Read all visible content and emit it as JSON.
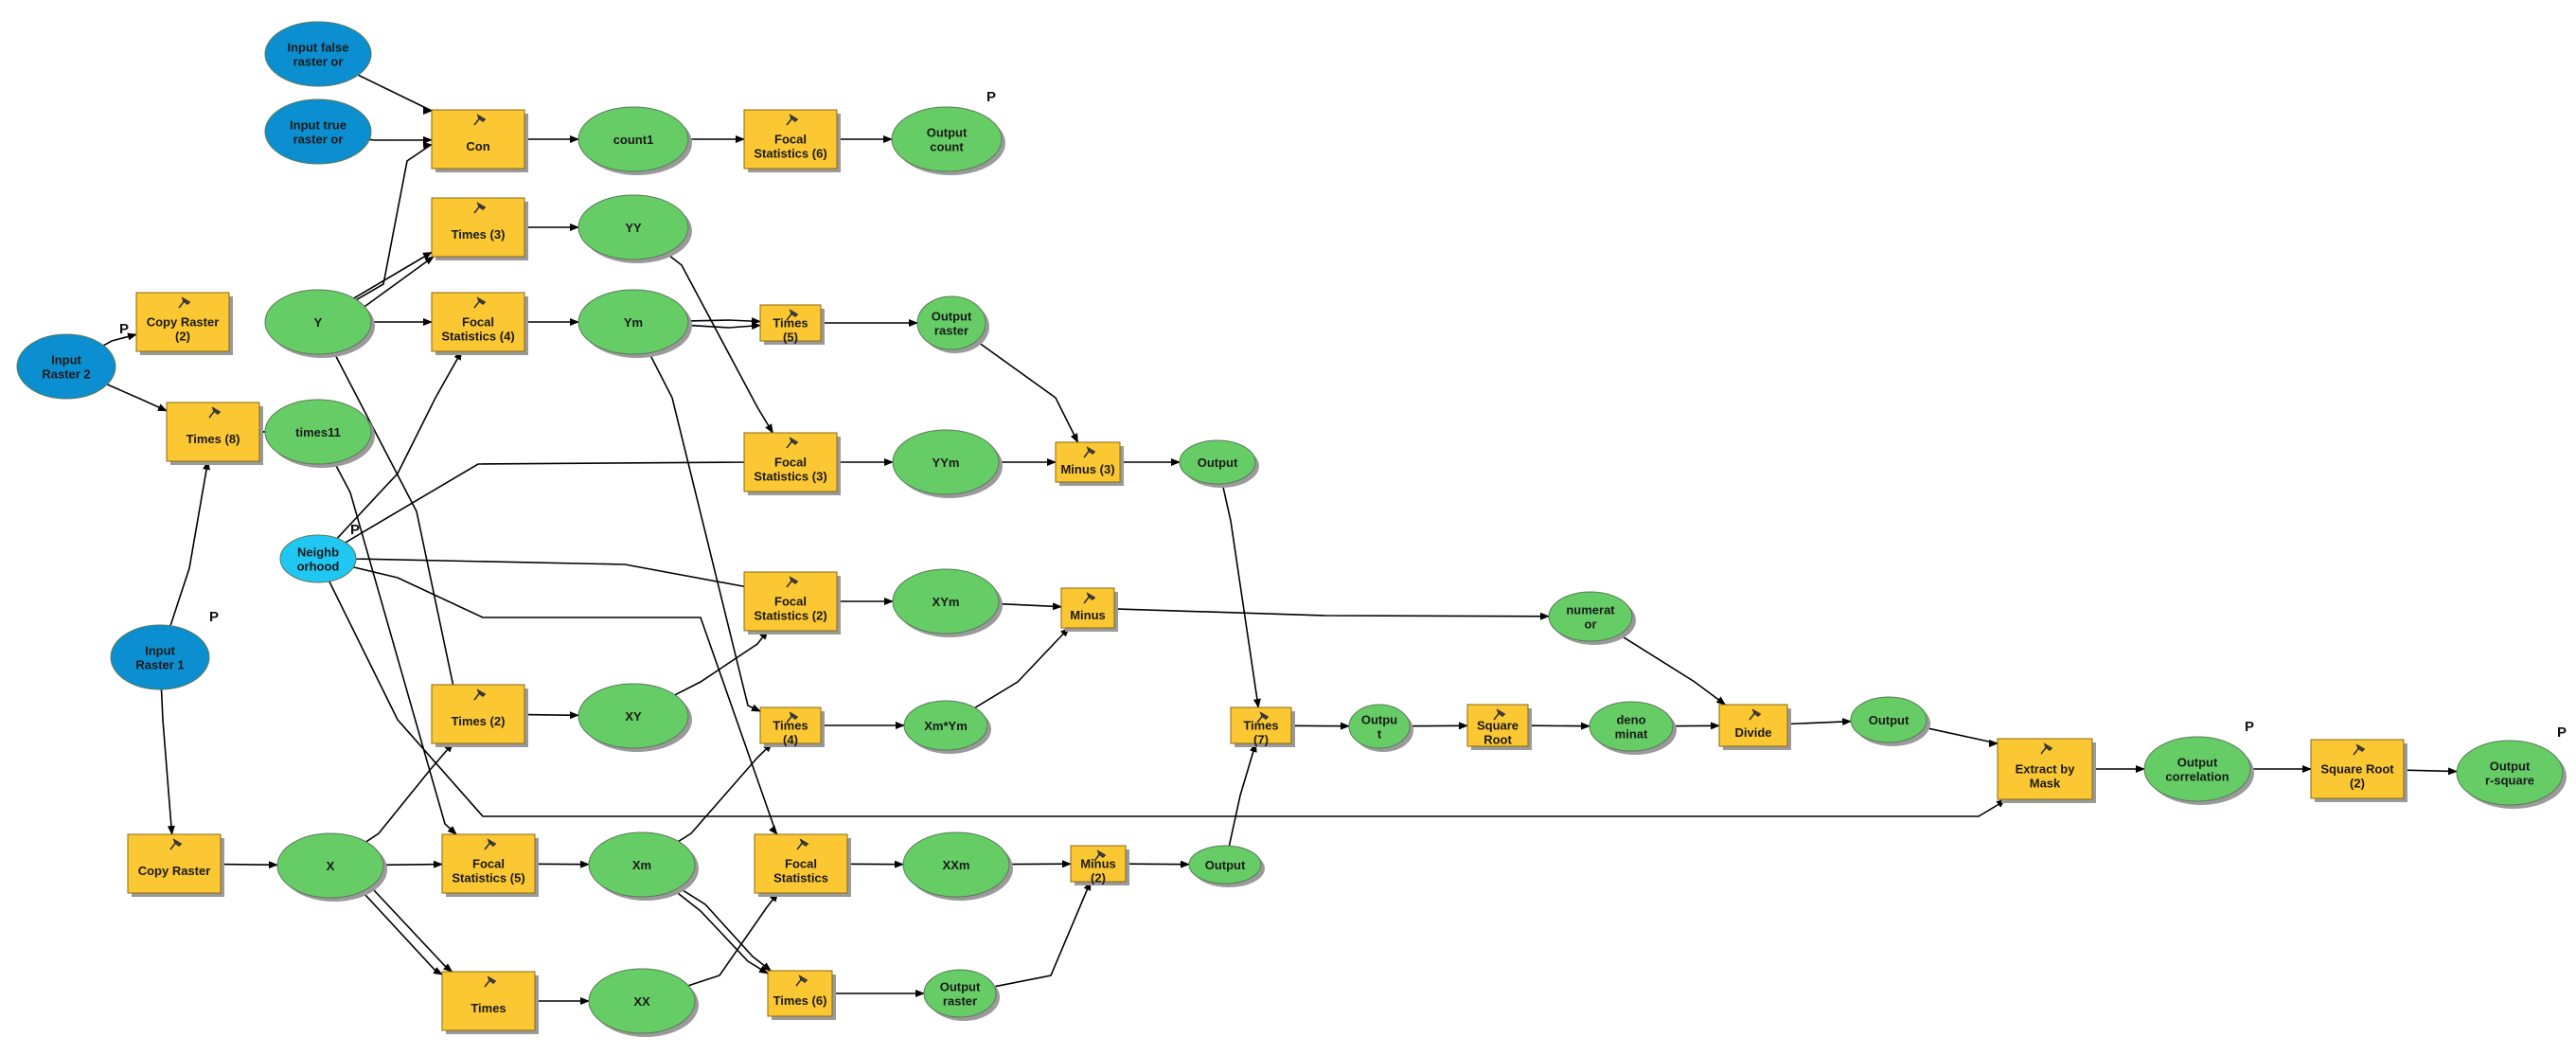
{
  "colors": {
    "tool_fill": "#fbc733",
    "tool_stroke": "#8a6a10",
    "input_fill": "#0b8fd0",
    "param_fill": "#20c7f2",
    "output_fill": "#66cc66",
    "connector": "#000000"
  },
  "nodes": [
    {
      "id": "in_false",
      "kind": "input",
      "label": [
        "Input false",
        "raster or"
      ]
    },
    {
      "id": "in_true",
      "kind": "input",
      "label": [
        "Input true",
        "raster or"
      ]
    },
    {
      "id": "con",
      "kind": "tool",
      "label": [
        "Con"
      ]
    },
    {
      "id": "count1",
      "kind": "output",
      "label": [
        "count1"
      ]
    },
    {
      "id": "fs6",
      "kind": "tool",
      "label": [
        "Focal",
        "Statistics (6)"
      ]
    },
    {
      "id": "out_count",
      "kind": "output",
      "label": [
        "Output",
        "count"
      ],
      "p": true
    },
    {
      "id": "times3",
      "kind": "tool",
      "label": [
        "Times (3)"
      ]
    },
    {
      "id": "yy",
      "kind": "output",
      "label": [
        "YY"
      ]
    },
    {
      "id": "copy2",
      "kind": "tool",
      "label": [
        "Copy Raster",
        "(2)"
      ]
    },
    {
      "id": "y",
      "kind": "output",
      "label": [
        "Y"
      ]
    },
    {
      "id": "fs4",
      "kind": "tool",
      "label": [
        "Focal",
        "Statistics (4)"
      ]
    },
    {
      "id": "ym",
      "kind": "output",
      "label": [
        "Ym"
      ]
    },
    {
      "id": "times5",
      "kind": "tool",
      "label": [
        "Times",
        "(5)"
      ]
    },
    {
      "id": "out_raster1",
      "kind": "output",
      "label": [
        "Output",
        "raster"
      ]
    },
    {
      "id": "in2",
      "kind": "input",
      "label": [
        "Input",
        "Raster 2"
      ],
      "p": true
    },
    {
      "id": "times8",
      "kind": "tool",
      "label": [
        "Times (8)"
      ]
    },
    {
      "id": "times11",
      "kind": "output",
      "label": [
        "times11"
      ]
    },
    {
      "id": "fs3",
      "kind": "tool",
      "label": [
        "Focal",
        "Statistics (3)"
      ]
    },
    {
      "id": "yym",
      "kind": "output",
      "label": [
        "YYm"
      ]
    },
    {
      "id": "minus3",
      "kind": "tool",
      "label": [
        "Minus (3)"
      ]
    },
    {
      "id": "out_a",
      "kind": "output",
      "label": [
        "Output"
      ]
    },
    {
      "id": "neigh",
      "kind": "param",
      "label": [
        "Neighb",
        "orhood"
      ],
      "p": true
    },
    {
      "id": "fs2",
      "kind": "tool",
      "label": [
        "Focal",
        "Statistics (2)"
      ]
    },
    {
      "id": "xym",
      "kind": "output",
      "label": [
        "XYm"
      ]
    },
    {
      "id": "minus",
      "kind": "tool",
      "label": [
        "Minus"
      ]
    },
    {
      "id": "numer",
      "kind": "output",
      "label": [
        "numerat",
        "or"
      ]
    },
    {
      "id": "in1",
      "kind": "input",
      "label": [
        "Input",
        "Raster 1"
      ],
      "p": true
    },
    {
      "id": "times2",
      "kind": "tool",
      "label": [
        "Times (2)"
      ]
    },
    {
      "id": "xy",
      "kind": "output",
      "label": [
        "XY"
      ]
    },
    {
      "id": "times4",
      "kind": "tool",
      "label": [
        "Times",
        "(4)"
      ]
    },
    {
      "id": "xmym",
      "kind": "output",
      "label": [
        "Xm*Ym"
      ]
    },
    {
      "id": "times7",
      "kind": "tool",
      "label": [
        "Times",
        "(7)"
      ]
    },
    {
      "id": "outpu_t",
      "kind": "output",
      "label": [
        "Outpu",
        "t"
      ]
    },
    {
      "id": "sqrt",
      "kind": "tool",
      "label": [
        "Square",
        "Root"
      ]
    },
    {
      "id": "denom",
      "kind": "output",
      "label": [
        "deno",
        "minat"
      ]
    },
    {
      "id": "divide",
      "kind": "tool",
      "label": [
        "Divide"
      ]
    },
    {
      "id": "out_b",
      "kind": "output",
      "label": [
        "Output"
      ]
    },
    {
      "id": "extract",
      "kind": "tool",
      "label": [
        "Extract by",
        "Mask"
      ]
    },
    {
      "id": "out_corr",
      "kind": "output",
      "label": [
        "Output",
        "correlation"
      ],
      "p": true
    },
    {
      "id": "sqrt2",
      "kind": "tool",
      "label": [
        "Square Root",
        "(2)"
      ]
    },
    {
      "id": "out_rsq",
      "kind": "output",
      "label": [
        "Output",
        "r-square"
      ],
      "p": true
    },
    {
      "id": "copy",
      "kind": "tool",
      "label": [
        "Copy Raster"
      ]
    },
    {
      "id": "x",
      "kind": "output",
      "label": [
        "X"
      ]
    },
    {
      "id": "fs5",
      "kind": "tool",
      "label": [
        "Focal",
        "Statistics (5)"
      ]
    },
    {
      "id": "xm",
      "kind": "output",
      "label": [
        "Xm"
      ]
    },
    {
      "id": "fs",
      "kind": "tool",
      "label": [
        "Focal",
        "Statistics"
      ]
    },
    {
      "id": "xxm",
      "kind": "output",
      "label": [
        "XXm"
      ]
    },
    {
      "id": "minus2",
      "kind": "tool",
      "label": [
        "Minus",
        "(2)"
      ]
    },
    {
      "id": "out_c",
      "kind": "output",
      "label": [
        "Output"
      ]
    },
    {
      "id": "times",
      "kind": "tool",
      "label": [
        "Times"
      ]
    },
    {
      "id": "xx",
      "kind": "output",
      "label": [
        "XX"
      ]
    },
    {
      "id": "times6",
      "kind": "tool",
      "label": [
        "Times (6)"
      ]
    },
    {
      "id": "out_raster2",
      "kind": "output",
      "label": [
        "Output",
        "raster"
      ]
    }
  ],
  "p_marker": "P"
}
